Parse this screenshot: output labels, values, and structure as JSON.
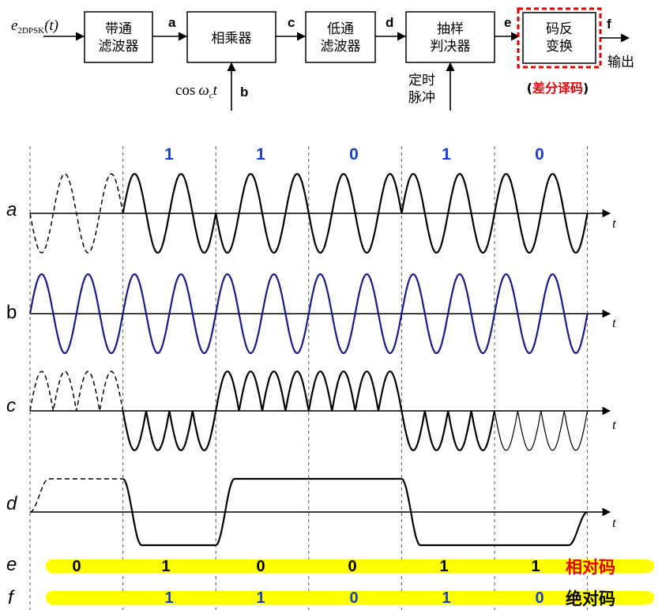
{
  "block_diagram": {
    "input_label": "e2DPSK(t)",
    "input_main": "e",
    "input_sub": "2DPSK",
    "input_arg": "(t)",
    "blocks": [
      {
        "line1": "带通",
        "line2": "滤波器"
      },
      {
        "line1": "相乘器",
        "line2": ""
      },
      {
        "line1": "低通",
        "line2": "滤波器"
      },
      {
        "line1": "抽样",
        "line2": "判决器"
      },
      {
        "line1": "码反",
        "line2": "变换"
      }
    ],
    "signal_points": [
      "a",
      "b",
      "c",
      "d",
      "e",
      "f"
    ],
    "carrier_label": "cos ωct",
    "carrier_cos": "cos",
    "carrier_omega": "ω",
    "carrier_sub": "c",
    "carrier_t": "t",
    "timing_line1": "定时",
    "timing_line2": "脉冲",
    "output_label": "输出",
    "decoder_note": "(差分译码)",
    "decoder_note_open": "(",
    "decoder_note_text": "差分译码",
    "decoder_note_close": ")",
    "highlight_color": "#e00000"
  },
  "waveforms": {
    "bits": [
      "1",
      "1",
      "0",
      "1",
      "0"
    ],
    "rows": [
      {
        "label": "a",
        "axis_label": "t"
      },
      {
        "label": "b",
        "axis_label": "t"
      },
      {
        "label": "c",
        "axis_label": "t"
      },
      {
        "label": "d",
        "axis_label": "t"
      }
    ],
    "e_row": {
      "label": "e",
      "values": [
        "0",
        "1",
        "0",
        "0",
        "1",
        "1"
      ],
      "name": "相对码"
    },
    "f_row": {
      "label": "f",
      "values": [
        "1",
        "1",
        "0",
        "1",
        "0"
      ],
      "name": "绝对码"
    },
    "colors": {
      "bits": "#1a3fc8",
      "carrier": "#1a1a8c",
      "bar": "#ffff00",
      "code_label": "#e00000"
    }
  }
}
